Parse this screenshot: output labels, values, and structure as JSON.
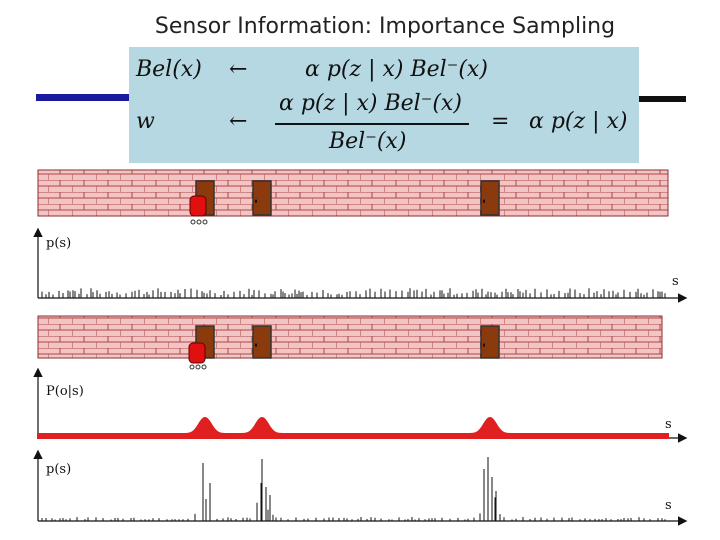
{
  "slide": {
    "title": "Sensor Information: Importance Sampling"
  },
  "formula": {
    "line1": {
      "lhs": "Bel(x)",
      "arrow": "←",
      "rhs": "α p(z | x) Bel⁻(x)"
    },
    "line2": {
      "lhs": "w",
      "arrow": "←",
      "numerator": "α p(z | x) Bel⁻(x)",
      "denominator": "Bel⁻(x)",
      "equals": "=",
      "result": "α p(z | x)"
    }
  },
  "plots": {
    "prior_label": "p(s)",
    "prior_axis": "s",
    "likelihood_label": "P(o|s)",
    "likelihood_axis": "s",
    "posterior_label": "p(s)",
    "posterior_axis": "s"
  },
  "colors": {
    "wall": "#f2c4c4",
    "brick_line": "#b04848",
    "door": "#8b3a0e",
    "robot": "#e01010",
    "likelihood": "#e02020"
  },
  "door_positions": [
    205,
    262,
    490
  ]
}
